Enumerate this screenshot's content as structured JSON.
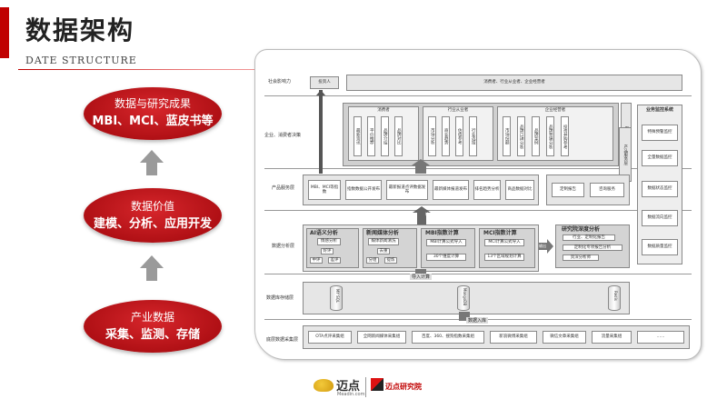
{
  "header": {
    "title": "数据架构",
    "subtitle": "DATE STRUCTURE"
  },
  "flow": {
    "top": {
      "line1": "数据与研究成果",
      "line2": "MBI、MCI、蓝皮书等"
    },
    "middle": {
      "line1": "数据价值",
      "line2": "建模、分析、应用开发"
    },
    "bottom": {
      "line1": "产业数据",
      "line2": "采集、监测、存储"
    }
  },
  "diagram": {
    "rows": {
      "r1": "社会影响力",
      "r2": "企业、消费者决策",
      "r3": "产品服务层",
      "r4": "数据分析层",
      "r5": "数据库存储层",
      "r6": "底层数据采集层"
    },
    "social": {
      "investor": "投资人",
      "wide": "消费者、行业从业者、企业经营者"
    },
    "decision": {
      "consumer": {
        "title": "消费者",
        "cols": [
          "最新资讯",
          "平价推荐",
          "品牌介绍",
          "品牌对比"
        ]
      },
      "industry": {
        "title": "行业从业者",
        "cols": [
          "市场分析",
          "商业趋势",
          "估值参考",
          "行业选择"
        ]
      },
      "enterprise": {
        "title": "企业经营者",
        "cols": [
          "市场份额",
          "品牌口碑分析",
          "品牌案例",
          "品牌营销分析",
          "投资并购参考"
        ]
      },
      "user_repo": "用户报告",
      "product_layer": "产品服务层"
    },
    "products": {
      "p1": "MBI、MCI等指数",
      "p2": "指数数据公开发布",
      "p3": "最新报道点评数据发布",
      "p4": "最新媒体报道发布",
      "p5": "排名趋势分析",
      "p6": "商品数据对比",
      "p7": "定制报告",
      "p8": "咨询服务"
    },
    "monitor": {
      "title": "业务监控系统",
      "items": [
        "特殊预警监控",
        "全量数据监控",
        "数据状态监控",
        "数据流向监控",
        "数据质量监控"
      ]
    },
    "analysis": {
      "ai": {
        "title": "AI语义分析",
        "a": "情感分析",
        "b": "好评",
        "c": "中评",
        "d": "差评"
      },
      "news": {
        "title": "新闻媒体分析",
        "a": "媒体新闻清洗",
        "b": "去重",
        "c": "分组",
        "d": "提炼"
      },
      "mbi": {
        "title": "MBI指数计算",
        "a": "MBI计算公式导入",
        "b": "30个维度计算"
      },
      "mci": {
        "title": "MCI指数计算",
        "a": "MCI计算公式导入",
        "b": "13个区域规划计算"
      },
      "research": {
        "title": "研究院深度分析",
        "a": "行业、定制化报告",
        "b": "定制化专项报告分析",
        "c": "资深分析师"
      },
      "import_calc": "导入计算",
      "output": "输出",
      "to_right": "输出"
    },
    "storage": {
      "mysql": "MY SQL",
      "mongo": "MongoDB",
      "redis": "Redis",
      "import_db": "数据入库"
    },
    "collect": [
      "OTA点评采集组",
      "全网新闻媒体采集组",
      "百度、360、搜狗指数采集组",
      "新浪微博采集组",
      "微信文章采集组",
      "流量采集组",
      "……"
    ]
  },
  "logos": {
    "brand1": "迈点",
    "brand1_sub": "Meadin.com",
    "brand2": "迈点研究院"
  }
}
